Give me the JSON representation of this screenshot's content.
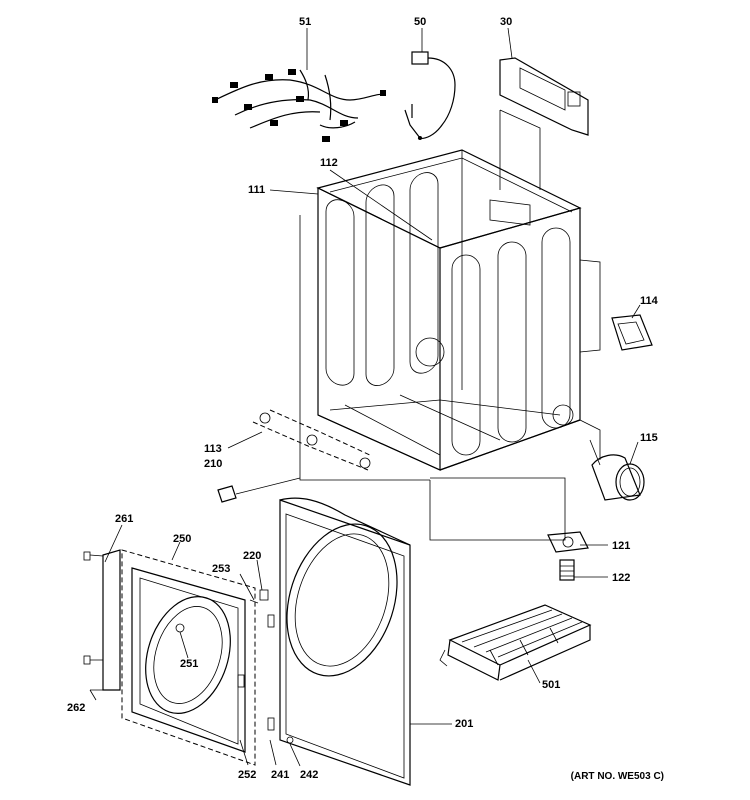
{
  "callouts": {
    "c51": "51",
    "c50": "50",
    "c30": "30",
    "c112": "112",
    "c111": "111",
    "c114": "114",
    "c113": "113",
    "c210": "210",
    "c115": "115",
    "c121": "121",
    "c122": "122",
    "c261": "261",
    "c250": "250",
    "c220": "220",
    "c253": "253",
    "c251": "251",
    "c501": "501",
    "c262": "262",
    "c201": "201",
    "c252": "252",
    "c241": "241",
    "c242": "242"
  },
  "art_number": "(ART NO. WE503 C)"
}
